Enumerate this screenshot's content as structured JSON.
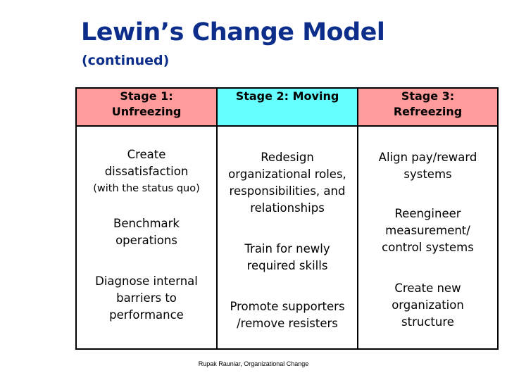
{
  "slide": {
    "title": "Lewin’s Change Model",
    "subtitle": "(continued)",
    "footer": "Rupak Rauniar, Organizational Change"
  },
  "table": {
    "headers": [
      {
        "line1": "Stage 1:",
        "line2": "Unfreezing"
      },
      {
        "line1": "Stage 2: Moving",
        "line2": ""
      },
      {
        "line1": "Stage 3:",
        "line2": "Refreezing"
      }
    ],
    "stage1": {
      "item1": {
        "main": "Create dissatisfaction",
        "note": "(with the status quo)"
      },
      "item2": "Benchmark operations",
      "item3": "Diagnose internal barriers to performance"
    },
    "stage2": {
      "item1": "Redesign organizational roles, responsibilities, and relationships",
      "item2": "Train for newly required skills",
      "item3": "Promote supporters /remove resisters"
    },
    "stage3": {
      "item1": "Align pay/reward systems",
      "item2": "Reengineer measurement/ control systems",
      "item3": "Create new organization structure"
    }
  },
  "colors": {
    "title": "#0c2e8a",
    "header_stage1": "#ff9b9b",
    "header_stage2": "#66ffff",
    "header_stage3": "#ff9b9b"
  }
}
